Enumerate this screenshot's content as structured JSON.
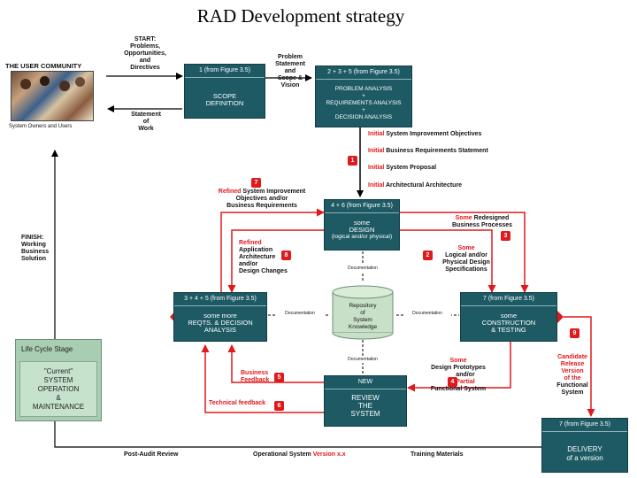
{
  "title": "RAD Development strategy",
  "user_community": {
    "heading": "THE USER COMMUNITY",
    "caption": "System Owners and Users",
    "start": [
      "START:",
      "Problems,",
      "Opportunities,",
      "and",
      "Directives"
    ],
    "statement_of_work": [
      "Statement",
      "of",
      "Work"
    ],
    "finish": [
      "FINISH:",
      "Working",
      "Business",
      "Solution"
    ]
  },
  "boxes": {
    "scope": {
      "header": "1   (from Figure 3.5)",
      "body": [
        "SCOPE",
        "DEFINITION"
      ]
    },
    "analysis": {
      "header": "2 + 3 + 5   (from Figure 3.5)",
      "body": [
        "PROBLEM ANALYSIS",
        "+",
        "REQUIREMENTS ANALYSIS",
        "+",
        "DECISION ANALYSIS"
      ]
    },
    "design": {
      "header": "4 + 6   (from Figure 3.5)",
      "body": [
        "some",
        "DESIGN",
        "(logical and/or physical)"
      ]
    },
    "reqts": {
      "header": "3 + 4 + 5   (from Figure 3.5)",
      "body": [
        "some more",
        "REQTS. & DECISION",
        "ANALYSIS"
      ]
    },
    "construction": {
      "header": "7 (from Figure 3.5)",
      "body": [
        "some",
        "CONSTRUCTION",
        "& TESTING"
      ]
    },
    "review": {
      "header": "NEW",
      "body": [
        "REVIEW",
        "THE",
        "SYSTEM"
      ]
    },
    "delivery": {
      "header": "7   (from Figure 3.5)",
      "body": [
        "DELIVERY",
        "of a version"
      ]
    }
  },
  "repository": [
    "Repository",
    "of",
    "System",
    "Knowledge"
  ],
  "problem_statement": [
    "Problem",
    "Statement",
    "and",
    "Scope &",
    "Vision"
  ],
  "initial_items": {
    "prefix": "Initial",
    "items": [
      "System Improvement Objectives",
      "Business Requirements Statement",
      "System Proposal",
      "Architectural Architecture"
    ]
  },
  "badges": [
    "1",
    "2",
    "3",
    "4",
    "5",
    "6",
    "7",
    "8",
    "9"
  ],
  "flows": {
    "refined_objectives": {
      "prefix": "Refined",
      "rest": "System Improvement",
      "lines": [
        "Objectives and/or",
        "Business Requirements"
      ]
    },
    "redesigned": {
      "prefix": "Some",
      "rest": "Redesigned",
      "lines": [
        "Business Processes"
      ]
    },
    "refined_arch": {
      "prefix": "Refined",
      "lines": [
        "Application",
        "Architecture",
        "and/or",
        "Design Changes"
      ]
    },
    "logical_design": {
      "prefix": "Some",
      "lines": [
        "Logical and/or",
        "Physical Design",
        "Specifications"
      ]
    },
    "prototypes": {
      "prefix": "Some",
      "line1": "Design Prototypes",
      "line2": "and/or",
      "partial": "Partial",
      "line4": "Functional System"
    },
    "business_feedback": [
      "Business",
      "Feedback"
    ],
    "technical_feedback": "Technical feedback",
    "candidate": [
      "Candidate",
      "Release",
      "Version",
      "of the"
    ],
    "candidate_rest": [
      "Functional",
      "System"
    ],
    "documentation": "Documentation"
  },
  "bottom": {
    "post_audit": "Post-Audit Review",
    "operational": "Operational System",
    "version": "Version x.x",
    "training": "Training Materials"
  },
  "life_cycle": {
    "header": "Life Cycle Stage",
    "body": [
      "\"Current\"",
      "SYSTEM",
      "OPERATION",
      "&",
      "MAINTENANCE"
    ]
  },
  "colors": {
    "box": "#1d5a64",
    "red": "#e0191b",
    "life_cycle": "#a8cdb2",
    "repository": "#c8e0c8"
  }
}
